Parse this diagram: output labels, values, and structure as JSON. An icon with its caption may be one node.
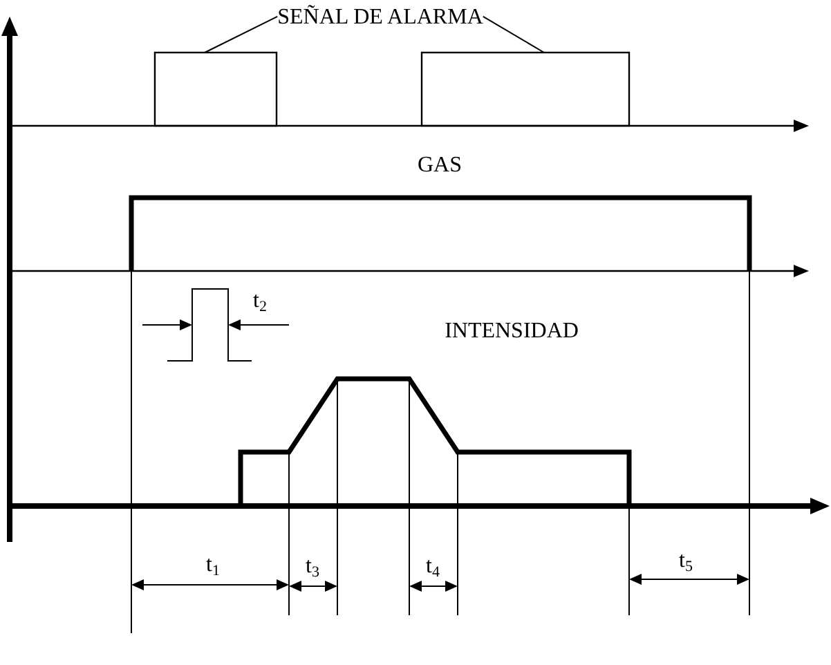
{
  "diagram": {
    "nodes": [
      {
        "text": [
          "SEÑAL DE ALARMA"
        ]
      },
      {
        "text": [],
        "shape": "box"
      },
      {
        "text": [],
        "shape": "box"
      }
    ],
    "edges": [
      {
        "from": 0,
        "to": 1,
        "arrow": "none"
      },
      {
        "from": 0,
        "to": 2,
        "arrow": "none"
      }
    ],
    "labels": [
      "GAS",
      "t$_{2}$",
      "INTENSIDAD",
      "t$_{1}$",
      "t$_{3}$",
      "t$_{4}$",
      "t$_{5}$"
    ]
  }
}
